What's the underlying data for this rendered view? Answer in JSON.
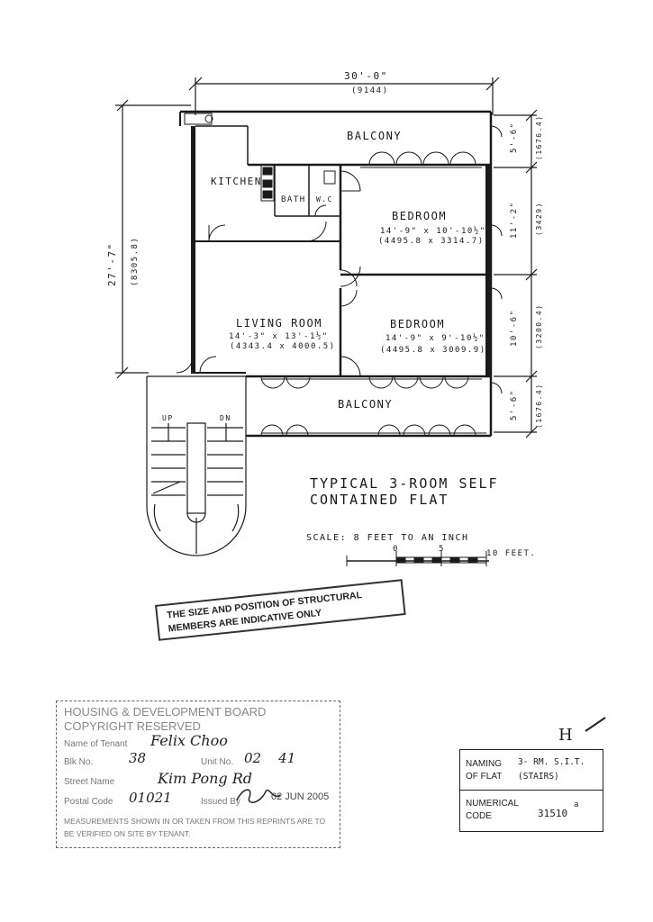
{
  "dimensions": {
    "overall_width": "30'-0\"",
    "overall_width_mm": "(9144)",
    "overall_depth": "27'-7\"",
    "overall_depth_mm": "(8305.8)",
    "right_top": "5'-6\"",
    "right_top_mm": "(1676.4)",
    "right_bed1": "11'-2\"",
    "right_bed1_mm": "(3429)",
    "right_bed2": "10'-6\"",
    "right_bed2_mm": "(3200.4)",
    "right_bottom": "5'-6\"",
    "right_bottom_mm": "(1676.4)"
  },
  "rooms": {
    "balcony_top": "BALCONY",
    "kitchen": "KITCHEN",
    "bath": "BATH",
    "wc": "W.C",
    "bedroom1": "BEDROOM",
    "bedroom1_size": "14'-9\" x 10'-10½\"",
    "bedroom1_size_mm": "(4495.8 x 3314.7)",
    "living": "LIVING ROOM",
    "living_size": "14'-3\" x 13'-1½\"",
    "living_size_mm": "(4343.4 x 4000.5)",
    "bedroom2": "BEDROOM",
    "bedroom2_size": "14'-9\" x 9'-10½\"",
    "bedroom2_size_mm": "(4495.8 x 3009.9)",
    "balcony_bottom": "BALCONY",
    "stair_up": "UP",
    "stair_dn": "DN"
  },
  "title": {
    "line1": "TYPICAL 3-ROOM SELF",
    "line2": "CONTAINED FLAT"
  },
  "scale": {
    "label": "SCALE: 8 FEET TO AN INCH",
    "tick0": "0",
    "tick5": "5",
    "tick10": "10 FEET."
  },
  "stamp": {
    "line1": "THE SIZE AND POSITION OF STRUCTURAL",
    "line2": "MEMBERS ARE INDICATIVE ONLY"
  },
  "hdb_box": {
    "line1": "HOUSING & DEVELOPMENT BOARD",
    "line2": "COPYRIGHT RESERVED",
    "tenant_label": "Name of Tenant",
    "tenant_name": "Felix Choo",
    "block_label": "Blk No.",
    "block_value": "38",
    "unit_label": "Unit No.",
    "unit_value": "02    41",
    "street_label": "Street Name",
    "street_value": "Kim Pong Rd",
    "pcode_label": "Postal Code",
    "pcode_value": "01021",
    "issued_label": "Issued By",
    "issued_date": "02 JUN 2005",
    "note1": "MEASUREMENTS SHOWN IN OR TAKEN FROM THIS REPRINTS ARE TO",
    "note2": "BE VERIFIED ON SITE BY TENANT."
  },
  "naming_box": {
    "naming_label1": "NAMING",
    "naming_label2": "OF FLAT",
    "naming_value1": "3- RM. S.I.T.",
    "naming_value2": "(STAIRS)",
    "code_label1": "NUMERICAL",
    "code_label2": "CODE",
    "code_value": "31510",
    "code_suffix": "a"
  },
  "corner_mark": "H"
}
